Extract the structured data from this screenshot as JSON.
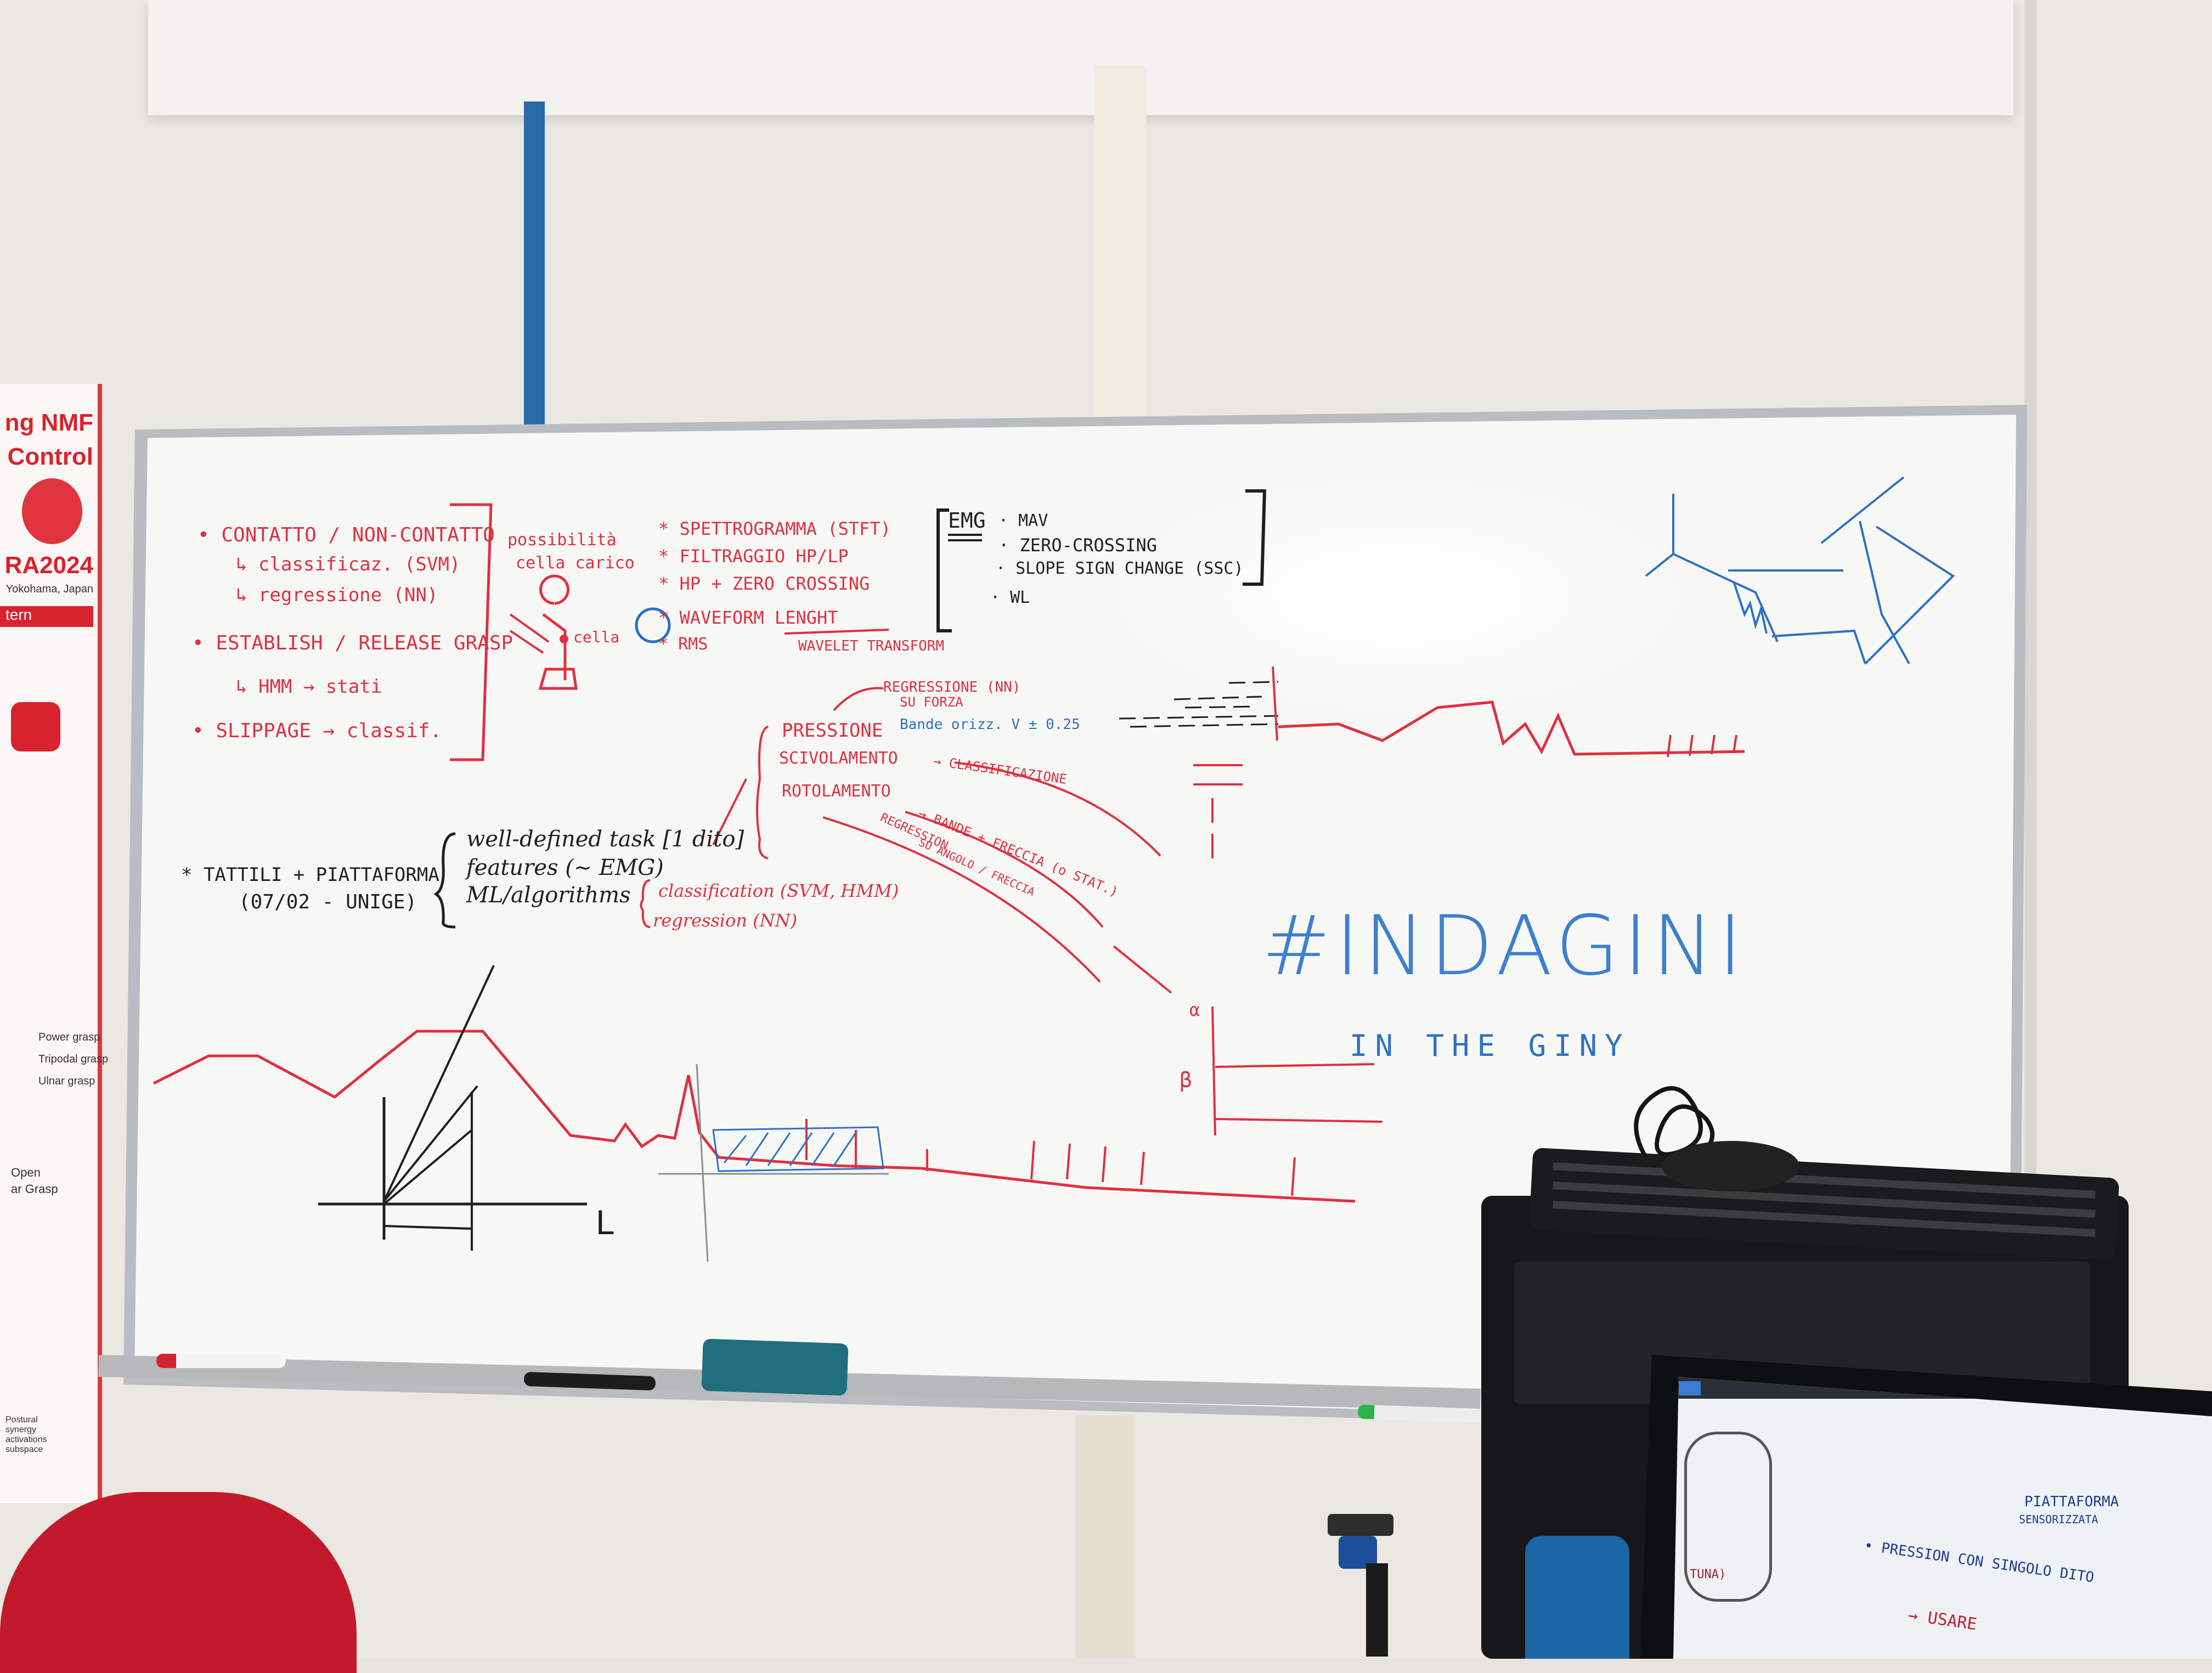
{
  "poster": {
    "title_line1": "ng NMF",
    "title_line2": "Control",
    "title_line3": "RA2024",
    "location": "Yokohama, Japan",
    "section": "tern",
    "items": [
      "Power grasp",
      "Tripodal grasp",
      "Ulnar grasp",
      "Open",
      "ar Grasp",
      "Postural synergy activations subspace"
    ]
  },
  "board": {
    "left_block": [
      "• CONTATTO / NON-CONTATTO",
      "↳ classificaz. (SVM)",
      "↳ regressione (NN)",
      "• ESTABLISH / RELEASE GRASP",
      "↳ HMM → stati",
      "• SLIPPAGE → classif."
    ],
    "cell_note": [
      "possibilità",
      "cella carico"
    ],
    "cell_label": "cella",
    "feature_block": [
      "* SPETTROGRAMMA (STFT)",
      "* FILTRAGGIO HP/LP",
      "* HP + ZERO CROSSING",
      "* WAVEFORM LENGHT",
      "* RMS"
    ],
    "wavelet": "WAVELET TRANSFORM",
    "emg_block": {
      "title": "EMG",
      "items": [
        "· MAV",
        "· ZERO-CROSSING",
        "· SLOPE SIGN CHANGE (SSC)",
        "· WL"
      ]
    },
    "task_block": {
      "label": "* TATTILI + PIATTAFORMA",
      "date": "(07/02 - UNIGE)",
      "items": [
        "well-defined task [1 dito]",
        "features (~ EMG)",
        "ML/algorithms"
      ],
      "sub_items": [
        "classification (SVM, HMM)",
        "regression (NN)"
      ]
    },
    "regression_label": [
      "REGRESSIONE (NN)",
      "SU FORZA"
    ],
    "categories": [
      {
        "name": "PRESSIONE",
        "note": "Bande orizz. V ± 0.25"
      },
      {
        "name": "SCIVOLAMENTO",
        "note": "→ CLASSIFICAZIONE"
      },
      {
        "name": "ROTOLAMENTO",
        "note": "→ BANDE + FRECCIA (o STAT.)"
      }
    ],
    "angle_note": [
      "REGRESSION",
      "SU ANGOLO / FRECCIA"
    ],
    "axis_letters": [
      "α",
      "β"
    ],
    "hashtag": "#INDAGINI",
    "subtitle": "IN THE GINY",
    "small_axis": "L"
  },
  "screen": {
    "title_line1": "PIATTAFORMA",
    "title_line2": "SENSORIZZATA",
    "line1": "• PRESSION CON SINGOLO DITO",
    "line2": "→ USARE",
    "side_label": "TUNA)"
  },
  "colors": {
    "red_marker": "#e0303f",
    "blue_marker": "#2d71c4",
    "black_marker": "#1f1f1f"
  }
}
